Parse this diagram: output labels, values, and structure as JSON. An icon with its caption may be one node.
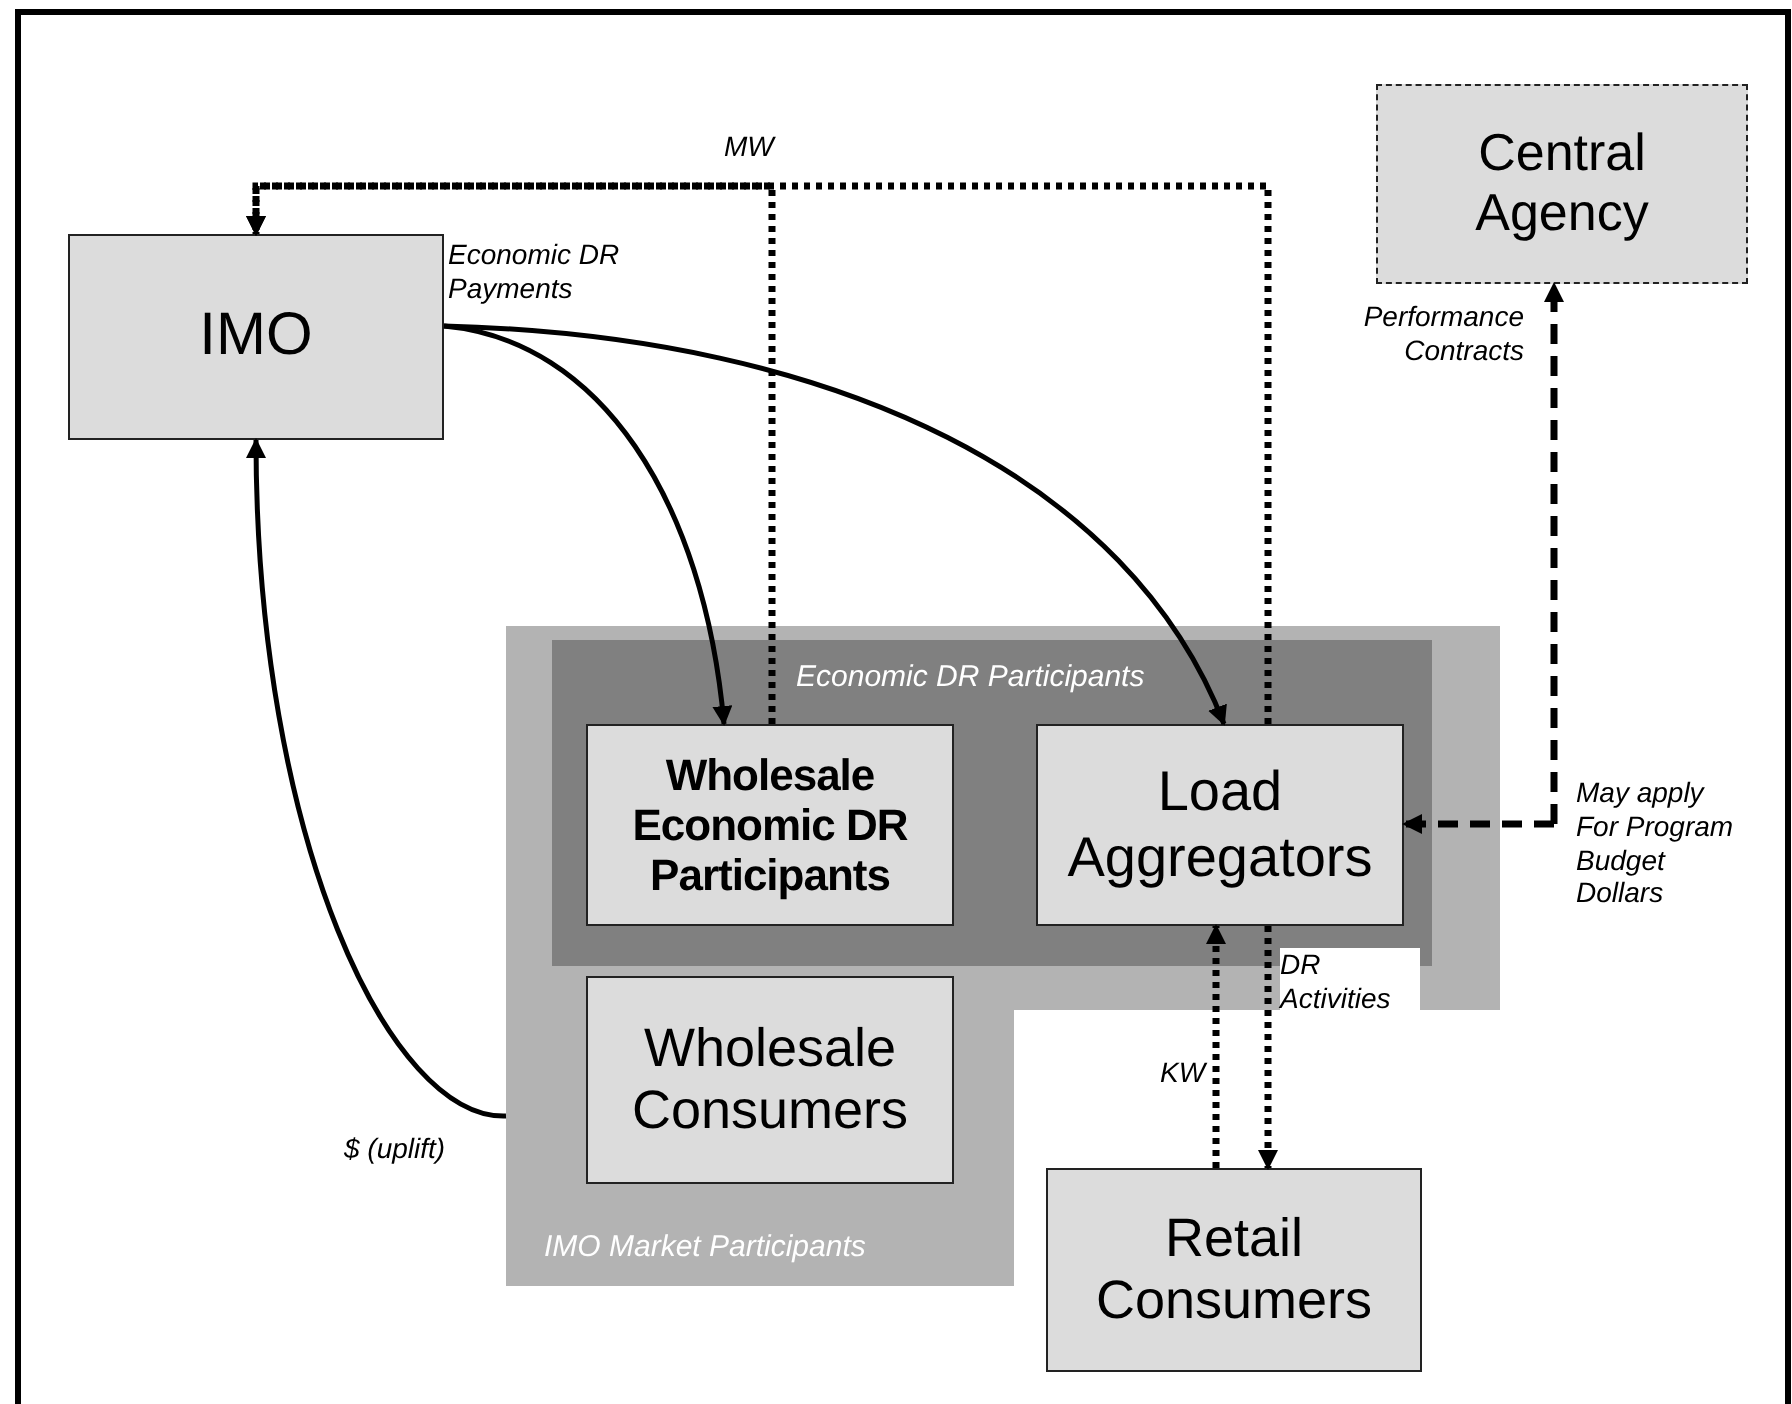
{
  "diagram": {
    "nodes": [
      {
        "text": [
          "IMO"
        ]
      },
      {
        "text": [
          "Central Agency"
        ]
      },
      {
        "text": [
          "IMO Market Participants"
        ]
      },
      {
        "text": [
          "Economic DR Participants"
        ],
        "in": 2
      },
      {
        "text": [
          "Wholesale Economic DR Participants"
        ],
        "in": 3
      },
      {
        "text": [
          "Load Aggregators"
        ],
        "in": 3
      },
      {
        "text": [
          "Wholesale Consumers"
        ],
        "in": 2
      },
      {
        "text": [
          "Retail Consumers"
        ]
      }
    ],
    "edges": [
      {
        "from": 4,
        "to": 0,
        "arrow": "to",
        "style": "dashed",
        "label": "MW"
      },
      {
        "from": 5,
        "to": 0,
        "arrow": "to",
        "style": "dashed"
      },
      {
        "from": 0,
        "to": 4,
        "arrow": "to"
      },
      {
        "from": 0,
        "to": 5,
        "arrow": "to",
        "label": "Economic DR Payments"
      },
      {
        "from": 2,
        "to": 0,
        "arrow": "to",
        "label": "$ (uplift)"
      },
      {
        "from": 7,
        "to": 5,
        "arrow": "to",
        "style": "dashed",
        "label": "KW"
      },
      {
        "from": 5,
        "to": 7,
        "arrow": "to",
        "style": "dashed",
        "label": "DR Activities"
      },
      {
        "from": null,
        "to": 1,
        "arrow": "to",
        "style": "dashed",
        "label": "Performance Contracts"
      },
      {
        "from": null,
        "to": 5,
        "arrow": "to",
        "style": "dashed",
        "label": "May apply For Program Budget Dollars"
      }
    ]
  }
}
